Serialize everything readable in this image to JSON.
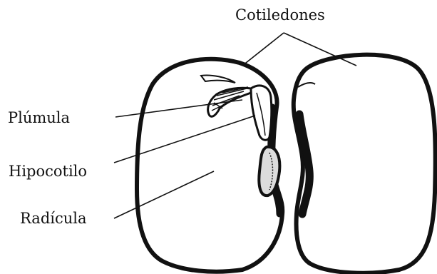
{
  "labels": {
    "cotyledons": "Cotiledones",
    "plumule": "Plúmula",
    "hypocotyl": "Hipocotilo",
    "radicle": "Radícula"
  },
  "colors": {
    "ink": "#111111",
    "background": "#ffffff",
    "radicle_fill": "#dcdcdc"
  }
}
